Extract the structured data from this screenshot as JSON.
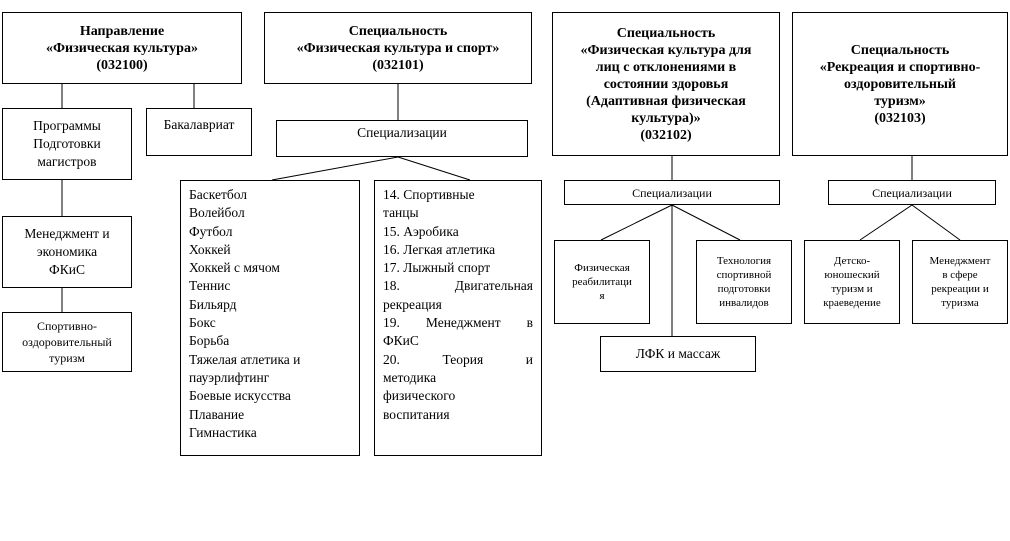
{
  "headers": [
    {
      "lines": [
        "Направление",
        "«Физическая культура»",
        "(032100)"
      ]
    },
    {
      "lines": [
        "Специальность",
        "«Физическая культура и спорт»",
        "(032101)"
      ]
    },
    {
      "lines": [
        "Специальность",
        "«Физическая культура для",
        "лиц с отклонениями в",
        "состоянии здоровья",
        "(Адаптивная физическая",
        "культура)»",
        "(032102)"
      ]
    },
    {
      "lines": [
        "Специальность",
        "«Рекреация и спортивно-",
        "оздоровительный",
        "туризм»",
        "(032103)"
      ]
    }
  ],
  "col1": {
    "programs": [
      "Программы",
      "Подготовки",
      "магистров"
    ],
    "bachelor": "Бакалавриат",
    "management": [
      "Менеджмент и",
      "экономика",
      "ФКиС"
    ],
    "tourism": [
      "Спортивно-",
      "оздоровительный",
      "туризм"
    ]
  },
  "col2": {
    "spec_label": "Специализации",
    "list_left": [
      "Баскетбол",
      "Волейбол",
      "Футбол",
      "Хоккей",
      "Хоккей с мячом",
      "Теннис",
      "Бильярд",
      "Бокс",
      "Борьба",
      "Тяжелая атлетика и",
      "пауэрлифтинг",
      "Боевые искусства",
      "Плавание",
      "Гимнастика"
    ],
    "list_right": [
      "14. Спортивные",
      "танцы",
      "15. Аэробика",
      "16. Легкая атлетика",
      "17. Лыжный спорт",
      "18. Двигательная",
      "рекреация",
      "19. Менеджмент в",
      "ФКиС",
      "20. Теория и",
      "методика",
      "физического",
      "воспитания"
    ]
  },
  "col3": {
    "spec_label": "Специализации",
    "rehab": [
      "Физическая",
      "реабилитаци",
      "я"
    ],
    "tech": [
      "Технология",
      "спортивной",
      "подготовки",
      "инвалидов"
    ],
    "lfk": "ЛФК и массаж"
  },
  "col4": {
    "spec_label": "Специализации",
    "youth": [
      "Детско-",
      "юношеский",
      "туризм и",
      "краеведение"
    ],
    "mgmt": [
      "Менеджмент",
      "в сфере",
      "рекреации и",
      "туризма"
    ]
  }
}
